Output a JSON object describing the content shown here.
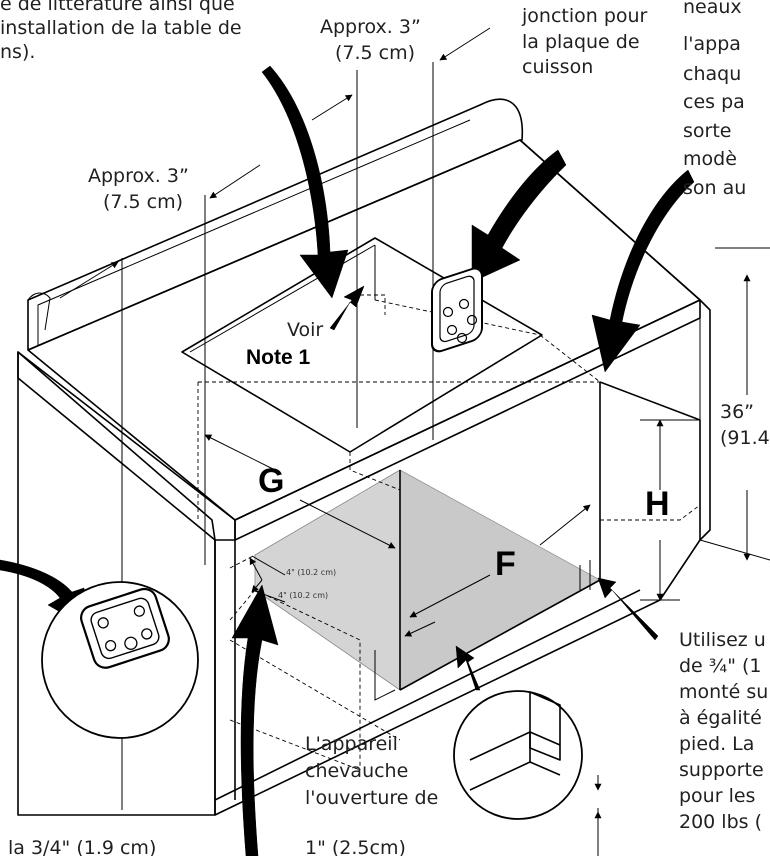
{
  "texts": {
    "top_left_l1": "e de littérature ainsi que",
    "top_left_l2": "installation de la table de",
    "top_left_l3": "ns).",
    "approx_top_l1": "Approx. 3”",
    "approx_top_l2": "(7.5 cm)",
    "approx_left_l1": "Approx. 3”",
    "approx_left_l2": "(7.5 cm)",
    "junction_l1": "jonction pour",
    "junction_l2": "la plaque de",
    "junction_l3": "cuisson",
    "right_col_l1": "neaux",
    "right_col_l2": "l'appa",
    "right_col_l3": "chaqu",
    "right_col_l4": "ces pa",
    "right_col_l5": "sorte",
    "right_col_l6": "modè",
    "right_col_l7": "son au",
    "voir": "Voir",
    "note1": "Note 1",
    "height_l1": "36”",
    "height_l2": "(91.4",
    "letter_g": "G",
    "letter_h": "H",
    "letter_f": "F",
    "dim_4in_a": "4\" (10.2 cm)",
    "dim_4in_b": "4\" (10.2 cm)",
    "utilisez_l1": "Utilisez u",
    "utilisez_l2": "de ¾\" (1",
    "utilisez_l3": "monté su",
    "utilisez_l4": "à égalité",
    "utilisez_l5": "pied. La",
    "utilisez_l6": "supporte",
    "utilisez_l7": "pour les",
    "utilisez_l8": "200 lbs (",
    "appareil_l1": "L'appareil",
    "appareil_l2": "chevauche",
    "appareil_l3": "l'ouverture de",
    "appareil_l4": "1\" (2.5cm)",
    "bottom_left": "la 3/4\" (1.9 cm)"
  }
}
